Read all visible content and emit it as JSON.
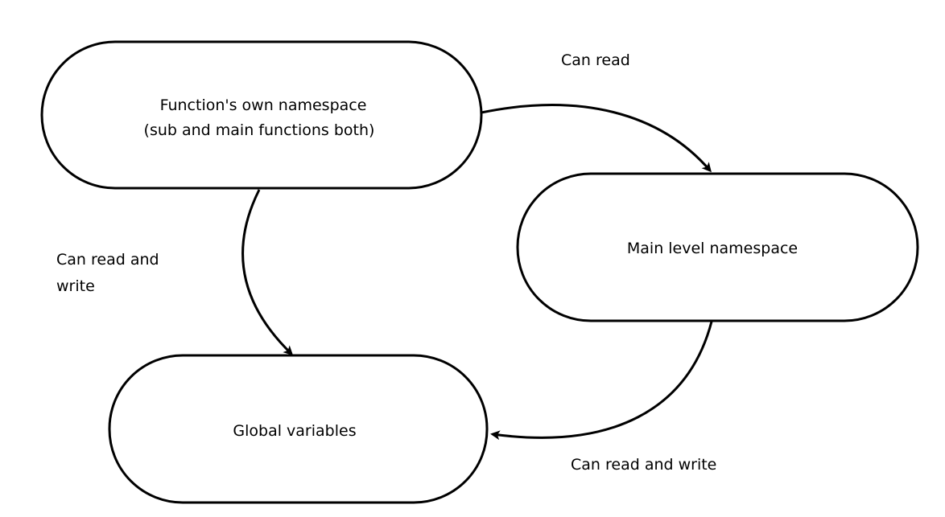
{
  "nodes": {
    "function_namespace": {
      "line1": "Function's own namespace",
      "line2": "(sub and main functions both)"
    },
    "main_level_namespace": {
      "label": "Main level namespace"
    },
    "global_variables": {
      "label": "Global variables"
    }
  },
  "edges": {
    "function_to_main": {
      "label": "Can read"
    },
    "function_to_global": {
      "line1": "Can read and",
      "line2": "write"
    },
    "main_to_global": {
      "label": "Can read and write"
    }
  },
  "colors": {
    "stroke": "#000000",
    "background": "#ffffff"
  }
}
